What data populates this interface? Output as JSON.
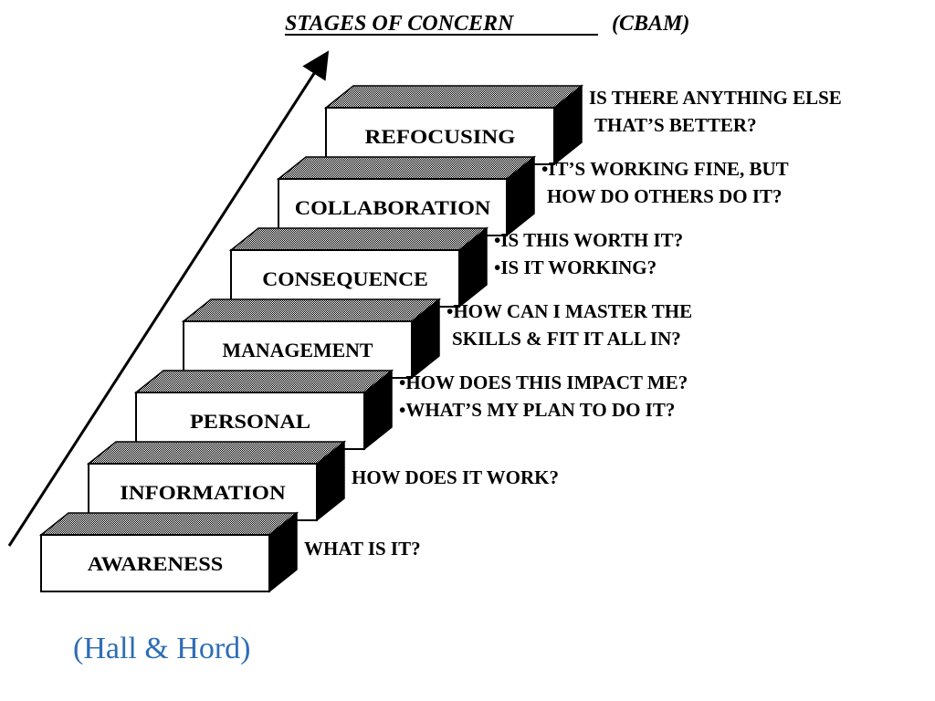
{
  "title": {
    "main": "STAGES OF CONCERN",
    "sub": "(CBAM)"
  },
  "stages": [
    {
      "label": "AWARENESS",
      "concerns": [
        "WHAT IS IT?"
      ]
    },
    {
      "label": "INFORMATION",
      "concerns": [
        "HOW DOES IT WORK?"
      ]
    },
    {
      "label": "PERSONAL",
      "concerns": [
        "•HOW DOES THIS IMPACT ME?",
        "•WHAT’S MY PLAN TO DO IT?"
      ]
    },
    {
      "label": "MANAGEMENT",
      "concerns": [
        "•HOW CAN I MASTER THE",
        "SKILLS & FIT IT ALL IN?"
      ]
    },
    {
      "label": "CONSEQUENCE",
      "concerns": [
        "•IS THIS WORTH IT?",
        "•IS IT WORKING?"
      ]
    },
    {
      "label": "COLLABORATION",
      "concerns": [
        "•IT’S WORKING FINE, BUT",
        "HOW DO OTHERS DO IT?"
      ]
    },
    {
      "label": "REFOCUSING",
      "concerns": [
        "IS THERE ANYTHING ELSE",
        "THAT’S BETTER?"
      ]
    }
  ],
  "citation": "(Hall & Hord)",
  "colors": {
    "citation": "#2e6db5",
    "outline": "#000000",
    "step_face": "#ffffff",
    "step_side": "#000000"
  }
}
